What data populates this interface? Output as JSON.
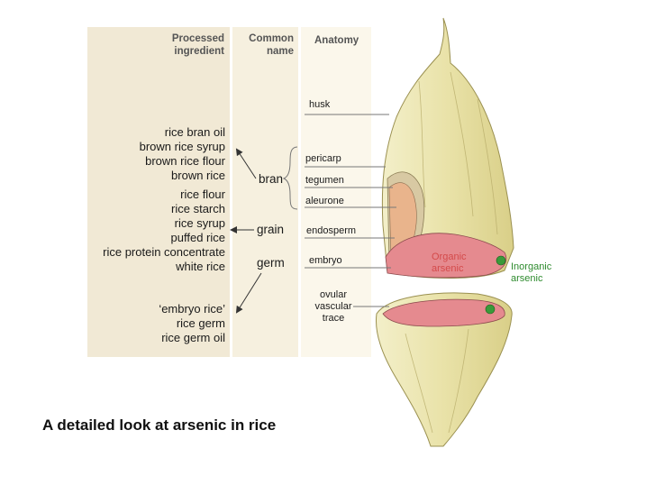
{
  "headers": {
    "processed_line1": "Processed",
    "processed_line2": "ingredient",
    "common_line1": "Common",
    "common_line2": "name",
    "anatomy": "Anatomy"
  },
  "ingredients": {
    "bran_group": [
      "rice bran oil",
      "brown rice syrup",
      "brown rice flour",
      "brown rice"
    ],
    "grain_group": [
      "rice flour",
      "rice starch",
      "rice syrup",
      "puffed rice",
      "rice protein concentrate",
      "white rice"
    ],
    "germ_group": [
      "‘embryo rice’",
      "rice germ",
      "rice germ oil"
    ]
  },
  "common_names": {
    "bran": "bran",
    "grain": "grain",
    "germ": "germ"
  },
  "anatomy": {
    "husk": "husk",
    "pericarp": "pericarp",
    "tegumen": "tegumen",
    "aleurone": "aleurone",
    "endosperm": "endosperm",
    "embryo": "embryo",
    "ovular_line1": "ovular",
    "ovular_line2": "vascular",
    "ovular_line3": "trace"
  },
  "arsenic": {
    "organic_line1": "Organic",
    "organic_line2": "arsenic",
    "inorganic_line1": "Inorganic",
    "inorganic_line2": "arsenic"
  },
  "caption": "A detailed look at arsenic in rice",
  "colors": {
    "panel_processed": "#f1e9d5",
    "panel_common": "#f6f0df",
    "panel_anatomy": "#fbf7eb",
    "husk": "#ece6b0",
    "endosperm": "#e58a8f",
    "organic_arsenic": "#d44a4a",
    "inorganic_arsenic": "#2e8b2e"
  }
}
